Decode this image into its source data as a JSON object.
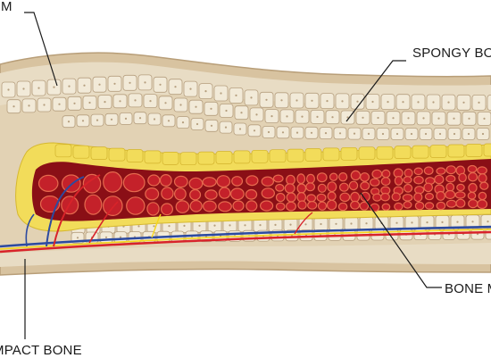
{
  "labels": {
    "periosteum": "UM",
    "spongy_bone": "SPONGY BO",
    "bone_marrow": "BONE M",
    "compact_bone": "MPACT BONE"
  },
  "colors": {
    "background": "#ffffff",
    "periosteum": "#d8c3a0",
    "compact_bone": "#e8dcc4",
    "bone_cell_fill": "#f2ead8",
    "bone_cell_outline": "#b59e7e",
    "spongy_bone": "#f2dc5a",
    "marrow_red": "#c4212a",
    "marrow_dark": "#8a0f16",
    "vein_blue": "#2c4aa0",
    "artery_red": "#d8232a",
    "nerve_yellow": "#f5d61c",
    "leader_line": "#1a1a1a"
  }
}
